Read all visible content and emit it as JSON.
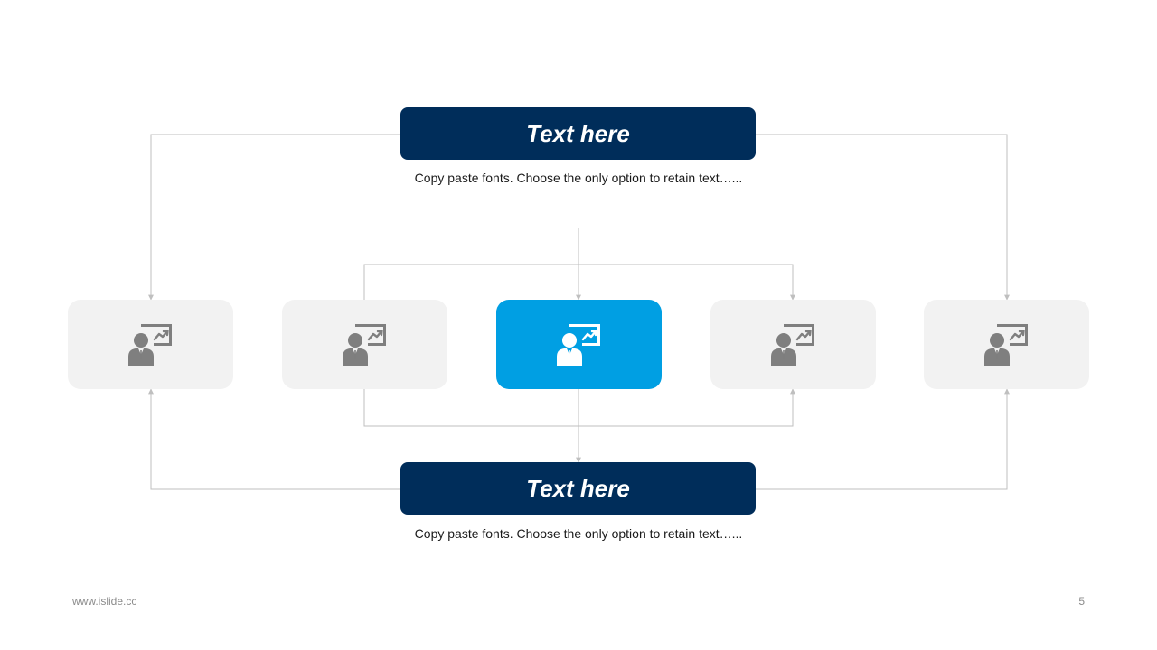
{
  "colors": {
    "navy": "#002D5A",
    "accent": "#009FE3",
    "card_gray": "#F2F2F2",
    "icon_gray": "#7F7F7F",
    "connector": "#BFBFBF"
  },
  "top_box": {
    "title": "Text here",
    "description": "Copy paste fonts. Choose the only option to retain text…..."
  },
  "bottom_box": {
    "title": "Text here",
    "description": "Copy paste fonts. Choose the only option to retain text…..."
  },
  "cards": [
    {
      "icon": "presenter-chart-icon",
      "highlighted": false
    },
    {
      "icon": "presenter-chart-icon",
      "highlighted": false
    },
    {
      "icon": "presenter-chart-icon",
      "highlighted": true
    },
    {
      "icon": "presenter-chart-icon",
      "highlighted": false
    },
    {
      "icon": "presenter-chart-icon",
      "highlighted": false
    }
  ],
  "footer": {
    "url": "www.islide.cc",
    "page_number": "5"
  }
}
